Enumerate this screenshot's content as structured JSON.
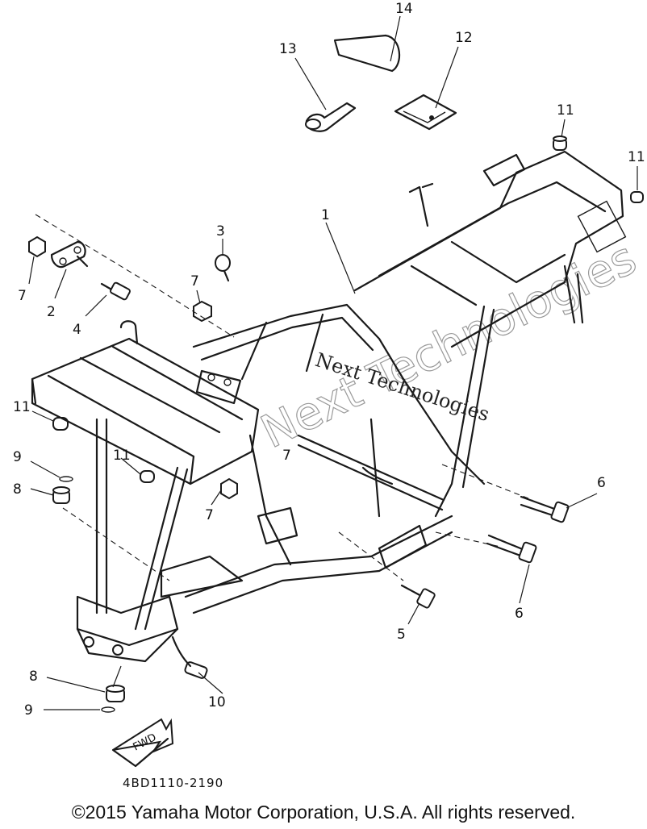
{
  "callouts": [
    "14",
    "13",
    "12",
    "11",
    "11",
    "3",
    "1",
    "7",
    "2",
    "7",
    "4",
    "11",
    "9",
    "8",
    "11",
    "7",
    "7",
    "6",
    "6",
    "5",
    "8",
    "10",
    "9"
  ],
  "watermark": {
    "text": "Next Technologies",
    "outline_text": "Next Technologies"
  },
  "fwd_arrow": "FWD",
  "drawing_code": "4BD1110-2190",
  "copyright": "©2015 Yamaha Motor Corporation, U.S.A. All rights reserved."
}
